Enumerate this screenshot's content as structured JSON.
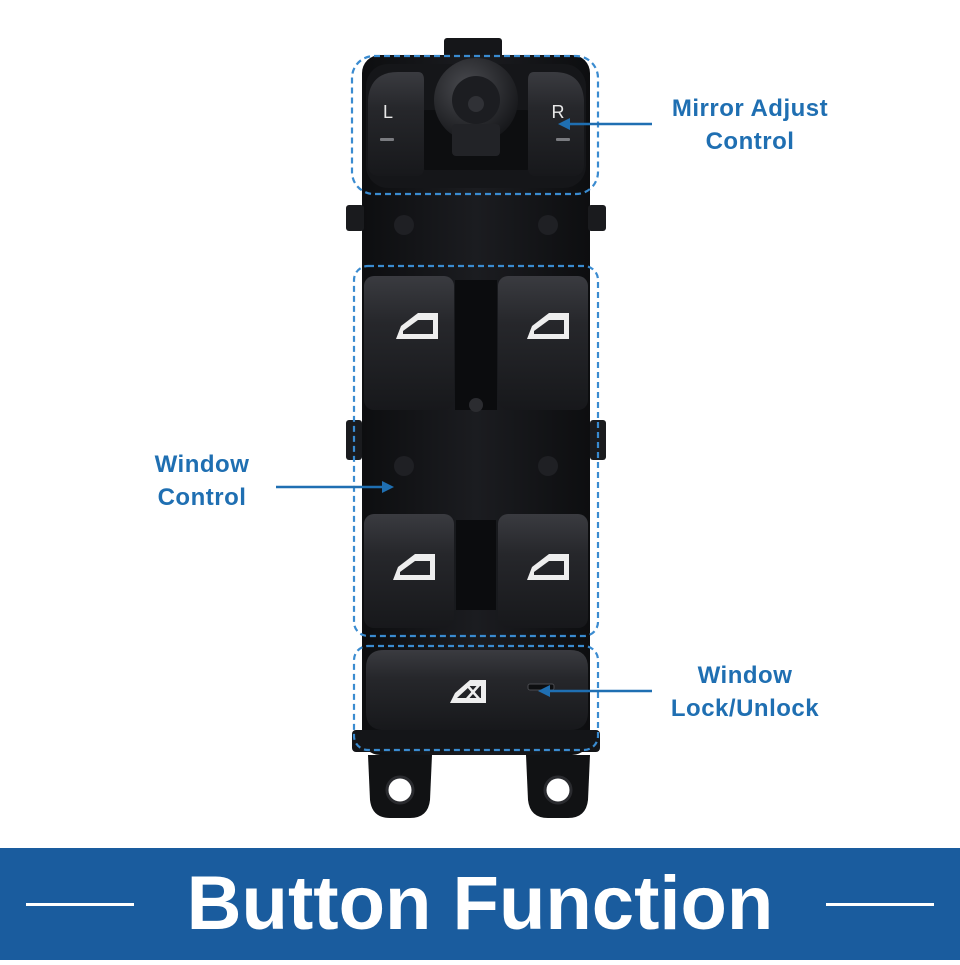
{
  "callouts": {
    "mirror_line1": "Mirror Adjust",
    "mirror_line2": "Control",
    "window_line1": "Window",
    "window_line2": "Control",
    "lock_line1": "Window",
    "lock_line2": "Lock/Unlock"
  },
  "mirror_buttons": {
    "left_letter": "L",
    "right_letter": "R"
  },
  "banner": {
    "title": "Button Function"
  },
  "colors": {
    "callout_blue": "#1f6fb2",
    "banner_blue": "#1a5c9e",
    "switch_body": "#121316",
    "button_face": "#2a2b2f"
  },
  "icons": {
    "window_button": "window-arrow-icon",
    "lock_button": "window-lock-icon"
  }
}
